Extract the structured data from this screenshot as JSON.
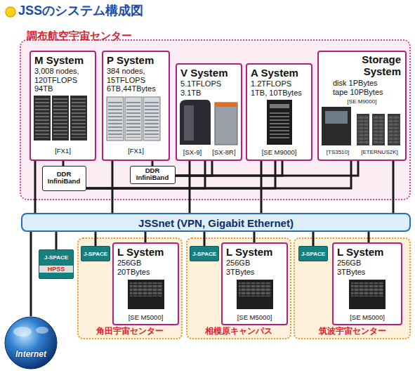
{
  "diagram": {
    "title": "JSSのシステム構成図",
    "nodes": [
      {
        "text": [
          "調布航空宇宙センター"
        ]
      },
      {
        "text": [
          "M System",
          "3,008 nodes, 120TFLOPS 94TB",
          "[FX1]"
        ],
        "in": 0
      },
      {
        "text": [
          "P System",
          "384 nodes, 15TFLOPS 6TB,44TBytes",
          "[FX1]"
        ],
        "in": 0
      },
      {
        "text": [
          "V System",
          "5.1TFLOPS 3.1TB",
          "[SX-9]",
          "[SX-8R]"
        ],
        "in": 0
      },
      {
        "text": [
          "A System",
          "1.2TFLOPS 1TB, 10TBytes",
          "[SE M9000]"
        ],
        "in": 0
      },
      {
        "text": [
          "Storage System",
          "disk 1PBytes tape 10PBytes",
          "[SE M9000]",
          "[TS3510]",
          "[ETERNUS2K]"
        ],
        "in": 0
      },
      {
        "text": [
          "DDR InfiniBand"
        ],
        "in": 0
      },
      {
        "text": [
          "DDR InfiniBand"
        ],
        "in": 0
      },
      {
        "text": [
          "JSSnet (VPN, Gigabit Ethernet)"
        ]
      },
      {
        "text": [
          "J-SPACE",
          "HPSS"
        ]
      },
      {
        "text": [
          "角田宇宙センター"
        ]
      },
      {
        "text": [
          "J-SPACE"
        ],
        "in": 10
      },
      {
        "text": [
          "L System",
          "256GB 20TBytes",
          "[SE M5000]"
        ],
        "in": 10
      },
      {
        "text": [
          "相模原キャンパス"
        ]
      },
      {
        "text": [
          "J-SPACE"
        ],
        "in": 13
      },
      {
        "text": [
          "L System",
          "256GB 3TBytes",
          "[SE M5000]"
        ],
        "in": 13
      },
      {
        "text": [
          "筑波宇宙センター"
        ]
      },
      {
        "text": [
          "J-SPACE"
        ],
        "in": 16
      },
      {
        "text": [
          "L System",
          "256GB 3TBytes",
          "[SE M5000]"
        ],
        "in": 16
      },
      {
        "text": [
          "Internet"
        ]
      }
    ],
    "edges": [
      {
        "from": 1,
        "to": 6,
        "arrow": "none"
      },
      {
        "from": 2,
        "to": 7,
        "arrow": "none"
      },
      {
        "from": 6,
        "to": 3,
        "arrow": "none"
      },
      {
        "from": 6,
        "to": 4,
        "arrow": "none"
      },
      {
        "from": 6,
        "to": 5,
        "arrow": "none"
      },
      {
        "from": 7,
        "to": 3,
        "arrow": "none"
      },
      {
        "from": 7,
        "to": 4,
        "arrow": "none"
      },
      {
        "from": 7,
        "to": 5,
        "arrow": "none"
      },
      {
        "from": 1,
        "to": 8,
        "arrow": "none"
      },
      {
        "from": 2,
        "to": 8,
        "arrow": "none"
      },
      {
        "from": 3,
        "to": 8,
        "arrow": "none"
      },
      {
        "from": 4,
        "to": 8,
        "arrow": "none"
      },
      {
        "from": 5,
        "to": 8,
        "arrow": "none"
      },
      {
        "from": 8,
        "to": 9,
        "arrow": "none"
      },
      {
        "from": 8,
        "to": 19,
        "arrow": "none"
      },
      {
        "from": 8,
        "to": 11,
        "arrow": "none"
      },
      {
        "from": 8,
        "to": 12,
        "arrow": "none"
      },
      {
        "from": 8,
        "to": 14,
        "arrow": "none"
      },
      {
        "from": 8,
        "to": 15,
        "arrow": "none"
      },
      {
        "from": 8,
        "to": 17,
        "arrow": "none"
      },
      {
        "from": 8,
        "to": 18,
        "arrow": "none"
      }
    ]
  }
}
